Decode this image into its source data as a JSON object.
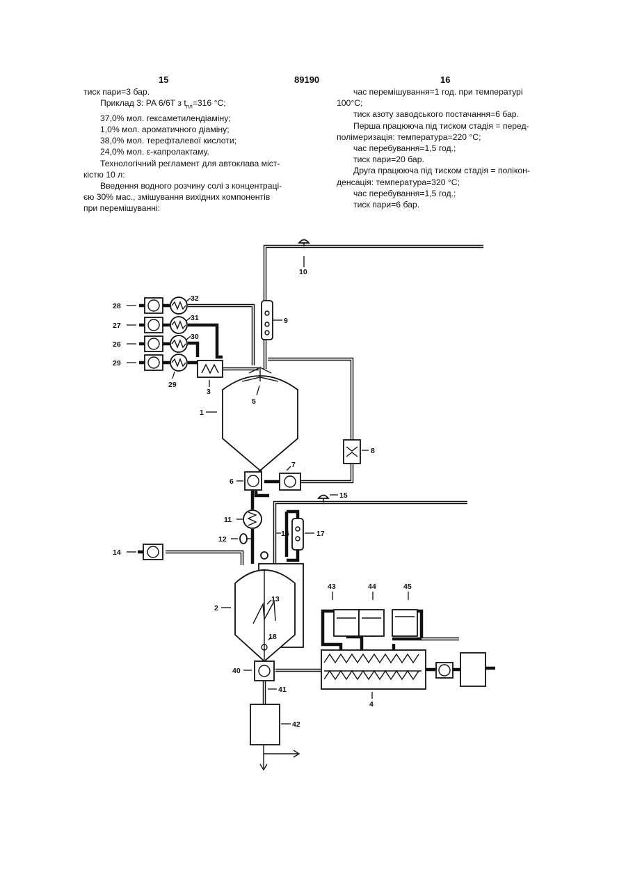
{
  "header": {
    "page_left": "15",
    "patent_number": "89190",
    "page_right": "16"
  },
  "left_column": {
    "lines": [
      "тиск пари=3 бар.",
      "Приклад 3: PA 6/6T з t",
      "37,0% мол. гексаметилендіаміну;",
      "1,0% мол. ароматичного діаміну;",
      "38,0% мол. терефталевої кислоти;",
      "24,0% мол. ε-капролактаму.",
      "Технологічний регламент для автоклава міст-",
      "кістю 10 л:",
      "Введення водного розчину солі з концентраці-",
      "єю 30% мас., змішування вихідних компонентів",
      "при перемішуванні:"
    ],
    "example_subscript": "пл",
    "example_tail": "=316 °C;"
  },
  "right_column": {
    "lines": [
      "час перемішування=1 год. при температурі",
      "100°C;",
      "тиск азоту заводського постачання=6 бар.",
      "Перша працююча під тиском стадія = перед-",
      "полімеризація: температура=220 °C;",
      "час перебування=1,5 год.;",
      "тиск пари=20 бар.",
      "Друга працююча під тиском стадія = полікон-",
      "денсація: температура=320 °C;",
      "час перебування=1,5 год.;",
      "тиск пари=6 бар."
    ]
  },
  "diagram": {
    "labels": {
      "l1": "1",
      "l2": "2",
      "l3": "3",
      "l4": "4",
      "l5": "5",
      "l6": "6",
      "l7": "7",
      "l8": "8",
      "l9": "9",
      "l10": "10",
      "l11": "11",
      "l12": "12",
      "l13": "13",
      "l14": "14",
      "l15": "15",
      "l16": "16",
      "l17": "17",
      "l18": "18",
      "l26": "26",
      "l27": "27",
      "l28": "28",
      "l29": "29",
      "l30": "30",
      "l31": "31",
      "l32": "32",
      "l40": "40",
      "l41": "41",
      "l42": "42",
      "l43": "43",
      "l44": "44",
      "l45": "45"
    }
  }
}
